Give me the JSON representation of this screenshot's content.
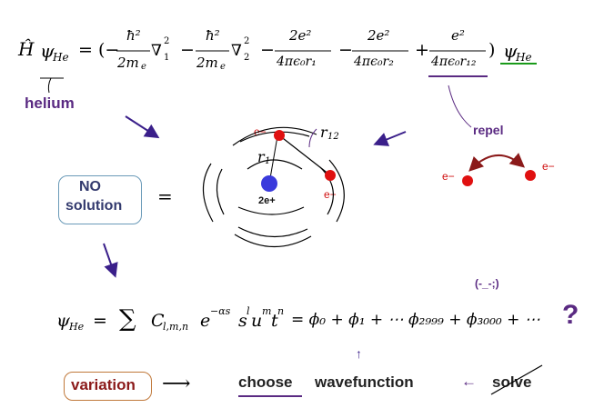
{
  "equations": {
    "hamiltonian": {
      "lhs_h": "Ĥ",
      "lhs_psi": "ψ",
      "lhs_sub": "He",
      "eq": "= (−",
      "hbar1": "ħ²",
      "den1": "2m",
      "den1_sub": "e",
      "lap1": "∇",
      "lap1_sub": "1",
      "lap1_sup": "2",
      "minus1": "−",
      "hbar2": "ħ²",
      "den2": "2m",
      "den2_sub": "e",
      "lap2": "∇",
      "lap2_sub": "2",
      "lap2_sup": "2",
      "minus2": "−",
      "num3": "2e²",
      "den3": "4πϵ₀r₁",
      "minus3": "−",
      "num4": "2e²",
      "den4": "4πϵ₀r₂",
      "plus5": "+",
      "num5": "e²",
      "den5": "4πϵ₀r₁₂",
      "close": ")",
      "rhs_psi": "ψ",
      "rhs_sub": "He"
    },
    "expansion": {
      "psi": "ψ",
      "psi_sub": "He",
      "eq": "=",
      "sum": "∑",
      "c": "C",
      "c_sub": "l,m,n",
      "body": "e",
      "exp": "−αs",
      "s": "s",
      "s_sup": "l",
      "u": "u",
      "u_sup": "m",
      "t": "t",
      "t_sup": "n",
      "rhs": "= ϕ₀ + ϕ₁ + ⋯ ϕ₂₉₉₉ + ϕ₃₀₀₀ + ⋯",
      "question": "?"
    }
  },
  "labels": {
    "helium": "helium",
    "repel": "repel",
    "no_solution_line1": "NO",
    "no_solution_line2": "solution",
    "equals": "=",
    "emoticon": "(-_-;)",
    "variation": "variation",
    "choose": "choose",
    "wavefunction": "wavefunction",
    "solve": "solve",
    "up_arrow": "↑",
    "left_arrow": "←",
    "right_arrow": "⟶"
  },
  "atom": {
    "r1": "r",
    "r1_sub": "1",
    "r12": "r",
    "r12_sub": "12",
    "nucleus": "2e+",
    "electron1": "e−",
    "electron2": "e−",
    "repel_e1": "e−",
    "repel_e2": "e−"
  },
  "colors": {
    "purple": "#5a2a82",
    "arrow": "#3a1f8a",
    "red": "#e01010",
    "dark_red": "#8b1a1a",
    "blue": "#3a3adc",
    "green": "#1a9a1a",
    "box_border": "#6a9ab8",
    "variation_border": "#c0783a",
    "variation_text": "#8b1a1a"
  }
}
